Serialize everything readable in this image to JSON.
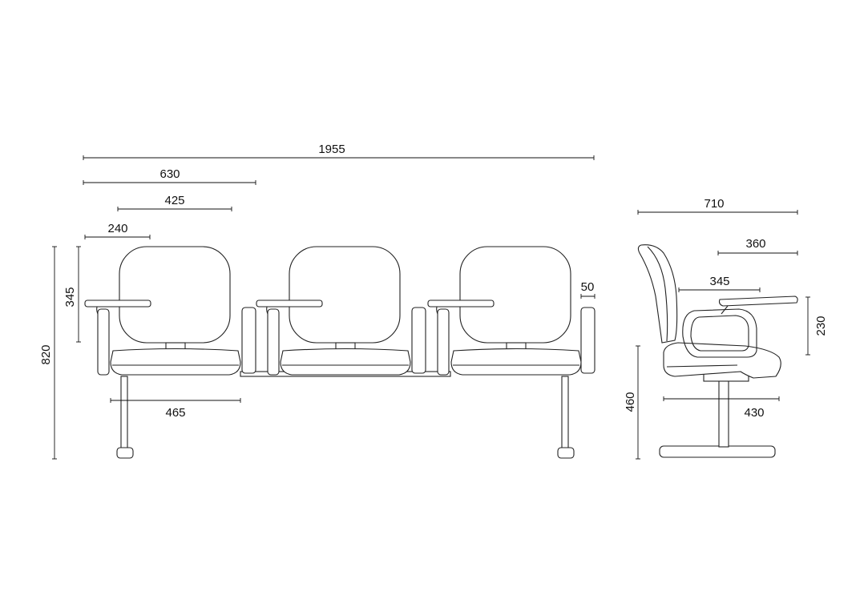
{
  "front_view": {
    "dimensions": {
      "overall_width": "1955",
      "seat_pitch": "630",
      "backrest_width": "425",
      "tablet_width": "240",
      "backrest_height": "345",
      "overall_height": "820",
      "seat_width": "465",
      "armrest_width": "50"
    }
  },
  "side_view": {
    "dimensions": {
      "overall_depth": "710",
      "tablet_depth": "360",
      "seat_depth_upper": "345",
      "armrest_height": "230",
      "seat_height": "460",
      "seat_depth": "430"
    }
  }
}
